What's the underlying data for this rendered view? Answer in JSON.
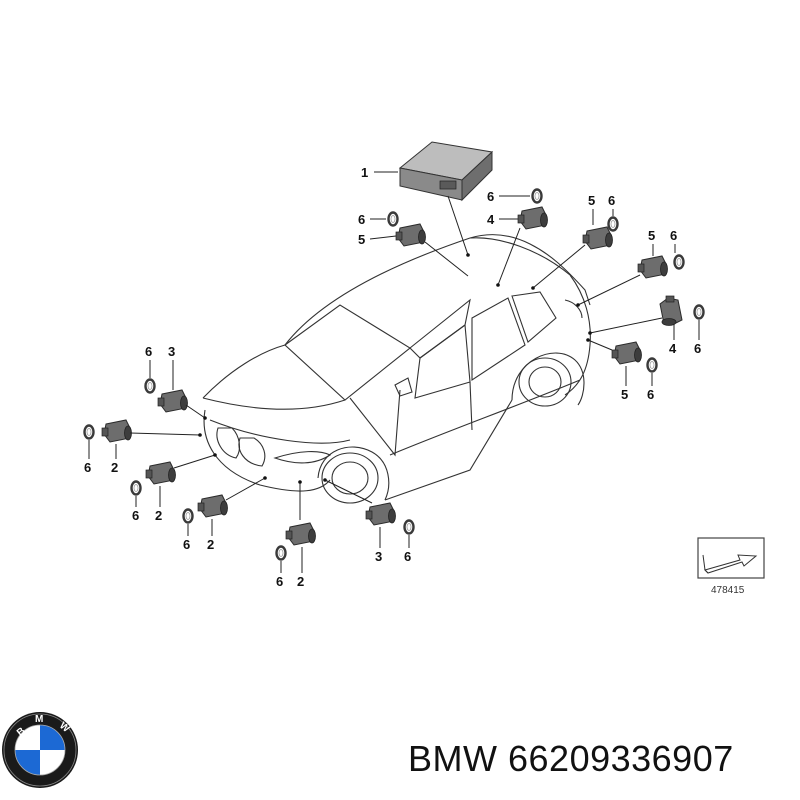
{
  "callouts": {
    "control_unit": "1",
    "front_sensor": "2",
    "front_corner_sensor": "3",
    "rear_sensor": "4",
    "rear_corner_sensor": "5",
    "seal_ring": "6"
  },
  "reference_number": "478415",
  "caption": {
    "brand": "BMW",
    "part_number": "66209336907"
  },
  "logo": {
    "text": "BMW",
    "colors": {
      "ring": "#111111",
      "blue": "#1c69d4",
      "white": "#ffffff"
    }
  },
  "colors": {
    "line": "#222222",
    "sensor": "#6d6d6d",
    "background": "#ffffff"
  }
}
